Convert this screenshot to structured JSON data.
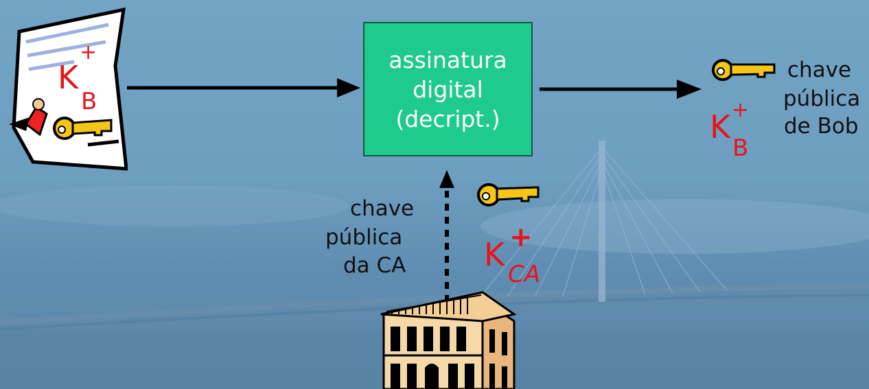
{
  "box": {
    "line1": "assinatura",
    "line2": "digital",
    "line3": "(decript.)"
  },
  "cert": {
    "key_letter": "K",
    "key_sup": "+",
    "key_sub": "B"
  },
  "right_label": {
    "line1": "chave",
    "line2": "pública",
    "line3": "de Bob",
    "key_letter": "K",
    "key_sup": "+",
    "key_sub": "B"
  },
  "ca_label": {
    "line1": "chave",
    "line2": "pública",
    "line3": "da CA",
    "key_letter": "K",
    "key_sup": "+",
    "key_sub": "CA"
  },
  "colors": {
    "box_fill": "#1ecb8c",
    "key_text": "#e8141c",
    "key_gold": "#f5c518",
    "background": "#6f9cbf"
  },
  "icons": [
    "certificate-document-icon",
    "key-icon",
    "ca-building-icon",
    "arrow-right",
    "dotted-arrow-up"
  ]
}
